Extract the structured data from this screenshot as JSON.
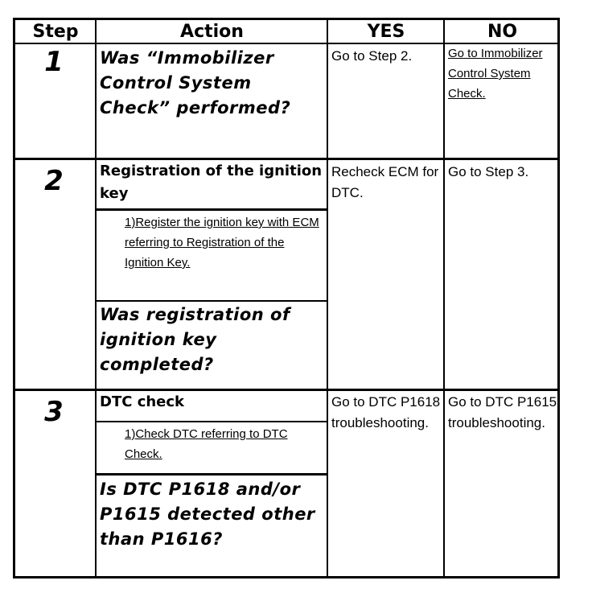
{
  "headers": {
    "step": "Step",
    "action": "Action",
    "yes": "YES",
    "no": "NO"
  },
  "rows": [
    {
      "step": "1",
      "question": "Was “Immobilizer Control System Check” performed?",
      "yes": "Go to Step 2.",
      "no": "Go to Immobilizer Control System Check."
    },
    {
      "step": "2",
      "title": "Registration of the ignition key",
      "instruction": "1)Register the ignition key with ECM referring to Registration of the Ignition Key.",
      "question": "Was registration of ignition key completed?",
      "yes": "Recheck ECM for DTC.",
      "no": "Go to Step 3."
    },
    {
      "step": "3",
      "title": "DTC check",
      "instruction": "1)Check DTC referring to DTC Check.",
      "question": "Is DTC P1618 and/or P1615 detected other than P1616?",
      "yes": "Go to DTC P1618 troubleshooting.",
      "no": "Go to DTC P1615 troubleshooting."
    }
  ]
}
